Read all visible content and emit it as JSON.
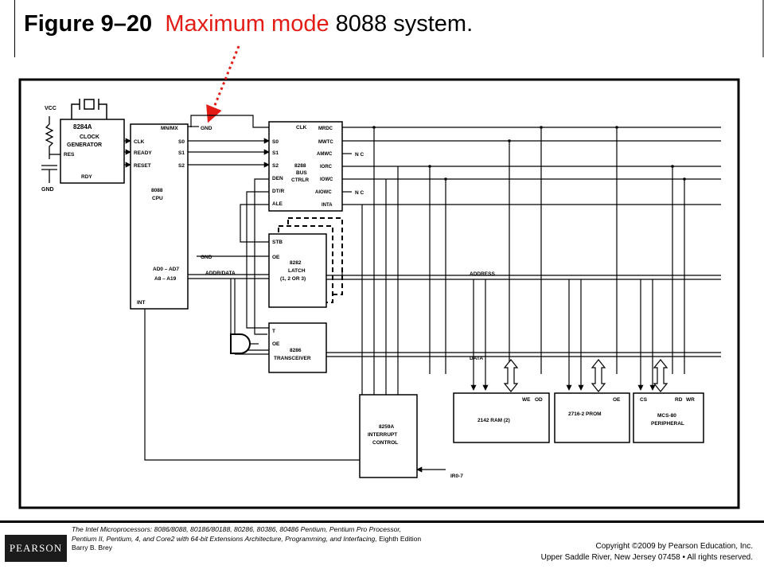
{
  "title": {
    "figure_number": "Figure 9–20",
    "caption_red": "Maximum mode",
    "caption_rest": "8088 system."
  },
  "diagram": {
    "clock_chip": {
      "name": "8284A",
      "desc1": "CLOCK",
      "desc2": "GENERATOR",
      "res": "RES",
      "rdy": "RDY",
      "vcc": "VCC",
      "gnd": "GND"
    },
    "cpu": {
      "name": "8088",
      "desc": "CPU",
      "clk": "CLK",
      "ready": "READY",
      "reset": "RESET",
      "mnmx": "MN/MX",
      "s0": "S0",
      "s1": "S1",
      "s2": "S2",
      "ad": "AD0 – AD7",
      "a": "A8 – A19",
      "int": "INT"
    },
    "gnd_label": "GND",
    "bus_ctrl": {
      "name": "8288",
      "desc1": "BUS",
      "desc2": "CTRLR",
      "clk": "CLK",
      "s0": "S0",
      "s1": "S1",
      "s2": "S2",
      "den": "DEN",
      "dtr": "DT/R",
      "ale": "ALE",
      "outputs": [
        "MRDC",
        "MWTC",
        "AMWC",
        "IORC",
        "IOWC",
        "AIOWC",
        "INTA"
      ],
      "nc1": "N C",
      "nc2": "N C"
    },
    "latch": {
      "name": "8282",
      "desc1": "LATCH",
      "desc2": "(1, 2 OR 3)",
      "stb": "STB",
      "oe": "OE",
      "gnd": "GND"
    },
    "addr_data": "ADDR/DATA",
    "address": "ADDRESS",
    "transceiver": {
      "name": "8286",
      "desc": "TRANSCEIVER",
      "t": "T",
      "oe": "OE"
    },
    "data": "DATA",
    "pic": {
      "name": "8259A",
      "desc1": "INTERRUPT",
      "desc2": "CONTROL"
    },
    "irq": "IR0-7",
    "ram": {
      "name": "2142 RAM (2)",
      "we": "WE",
      "od": "OD"
    },
    "prom": {
      "name": "2716-2 PROM",
      "oe": "OE"
    },
    "peripheral": {
      "name": "MCS-80",
      "desc": "PERIPHERAL",
      "cs": "CS",
      "rd": "RD",
      "wr": "WR"
    }
  },
  "footer": {
    "logo": "PEARSON",
    "book_prefix": "The Intel Microprocessors:",
    "book_title": "8086/8088, 80186/80188, 80286, 80386, 80486 Pentium, Pentium Pro Processor, Pentium II, Pentium, 4, and Core2 with 64-bit Extensions Architecture, Programming, and Interfacing,",
    "edition": "Eighth Edition",
    "author": "Barry B. Brey",
    "copyright_1": "Copyright ©2009 by Pearson Education, Inc.",
    "copyright_2": "Upper Saddle River, New Jersey 07458 • All rights reserved."
  },
  "colors": {
    "accent_red": "#e41c16",
    "ink": "#000000"
  }
}
